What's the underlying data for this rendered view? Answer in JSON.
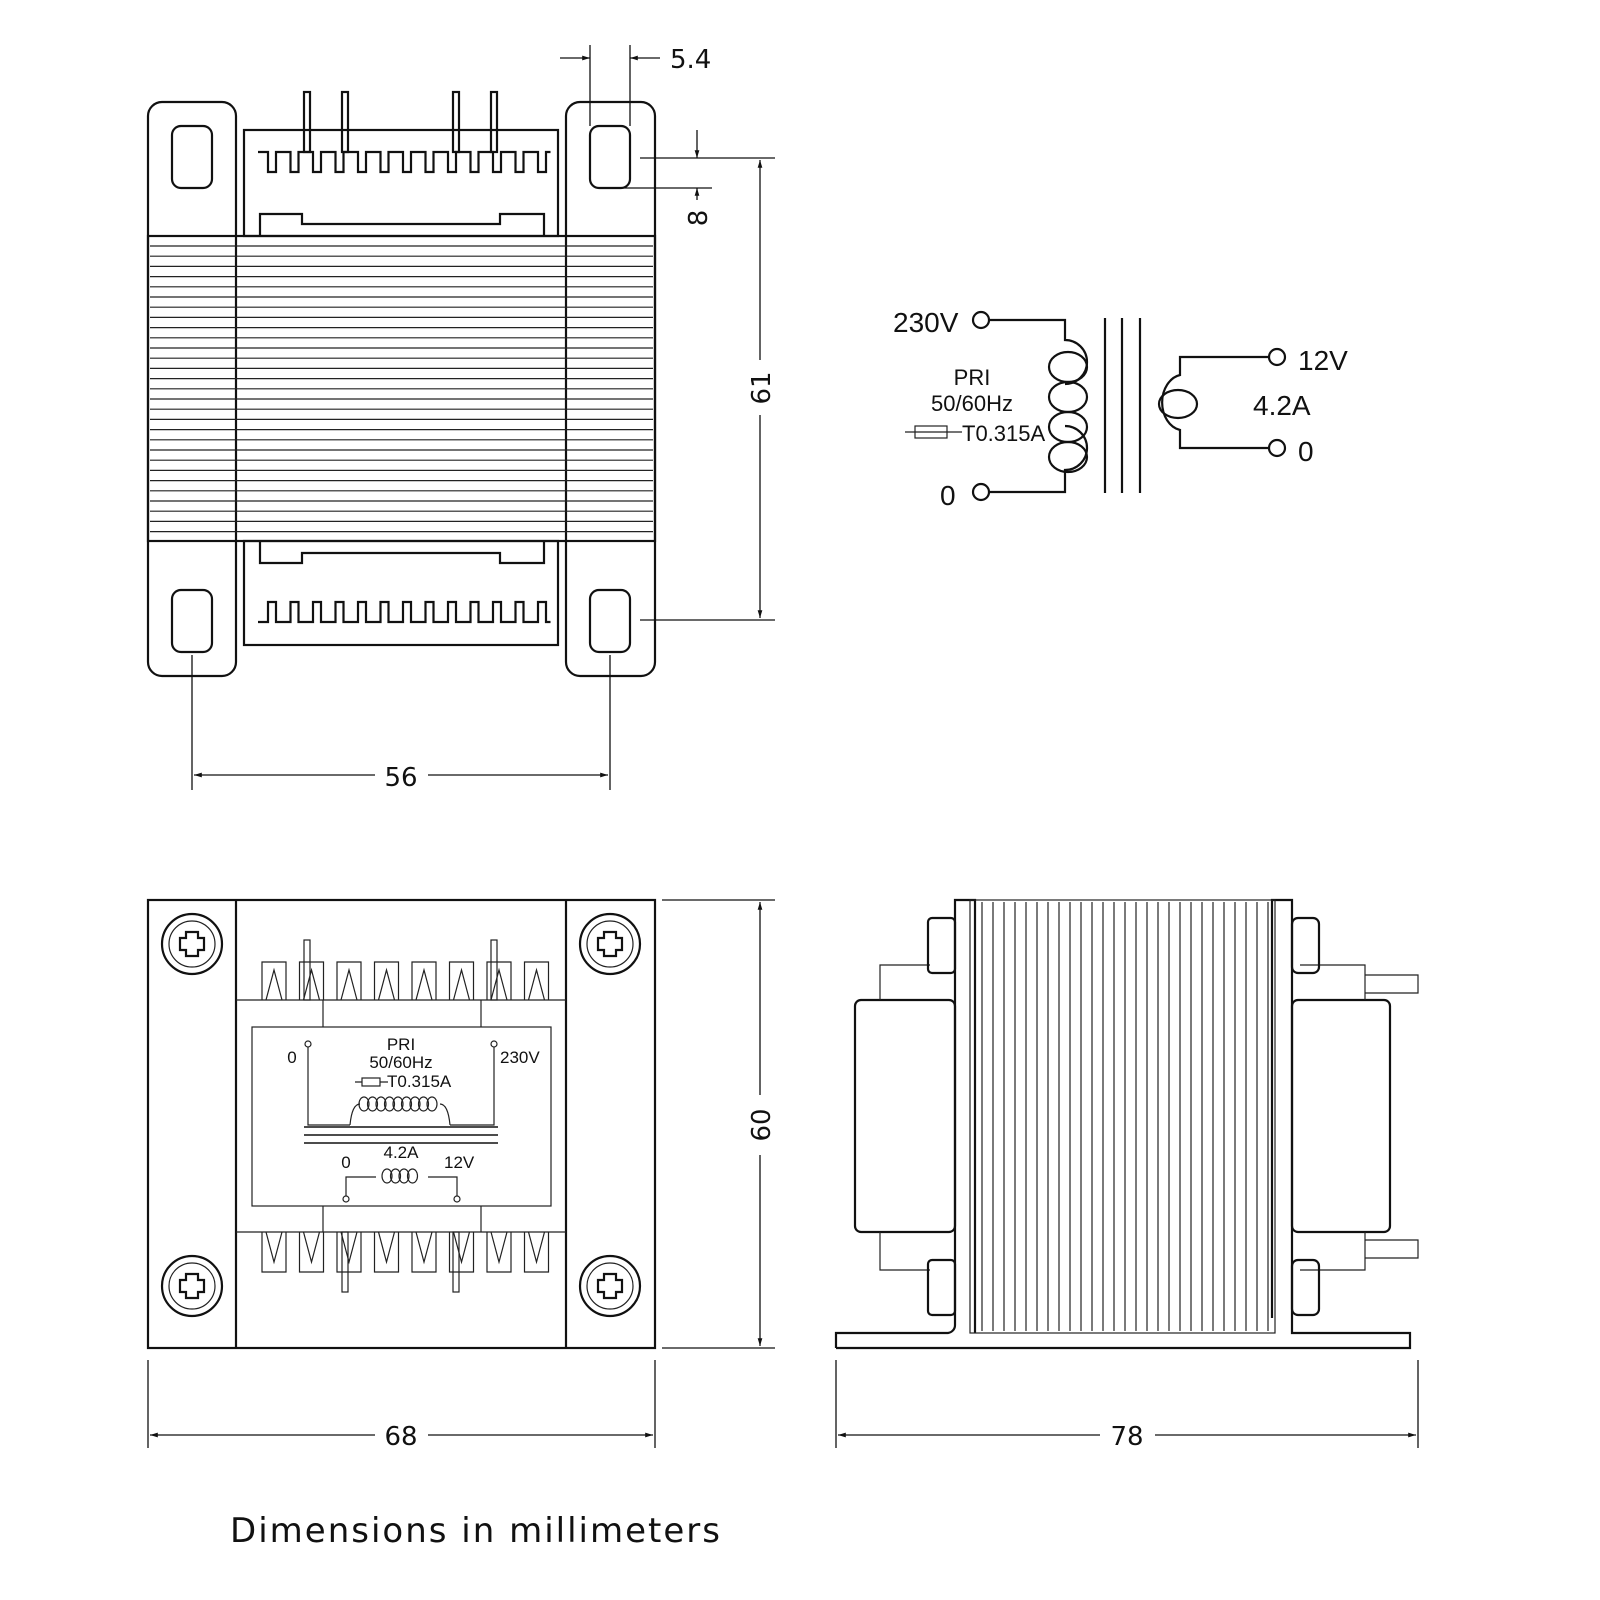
{
  "top_view": {
    "dimensions": {
      "pin_width": "5.4",
      "slot_height": "8",
      "slot_pitch_vertical": "61",
      "slot_pitch_horizontal": "56"
    }
  },
  "schematic": {
    "primary_high": "230V",
    "primary_low": "0",
    "primary_label": "PRI",
    "frequency": "50/60Hz",
    "fuse": "T0.315A",
    "secondary_high": "12V",
    "secondary_current": "4.2A",
    "secondary_low": "0"
  },
  "front_view": {
    "label": {
      "left_terminal": "0",
      "right_terminal": "230V",
      "primary": "PRI",
      "frequency": "50/60Hz",
      "fuse": "T0.315A",
      "sec_low": "0",
      "sec_current": "4.2A",
      "sec_high": "12V"
    },
    "dimensions": {
      "height": "60",
      "width": "68"
    }
  },
  "side_view": {
    "dimensions": {
      "depth": "78"
    }
  },
  "footer": "Dimensions in millimeters"
}
